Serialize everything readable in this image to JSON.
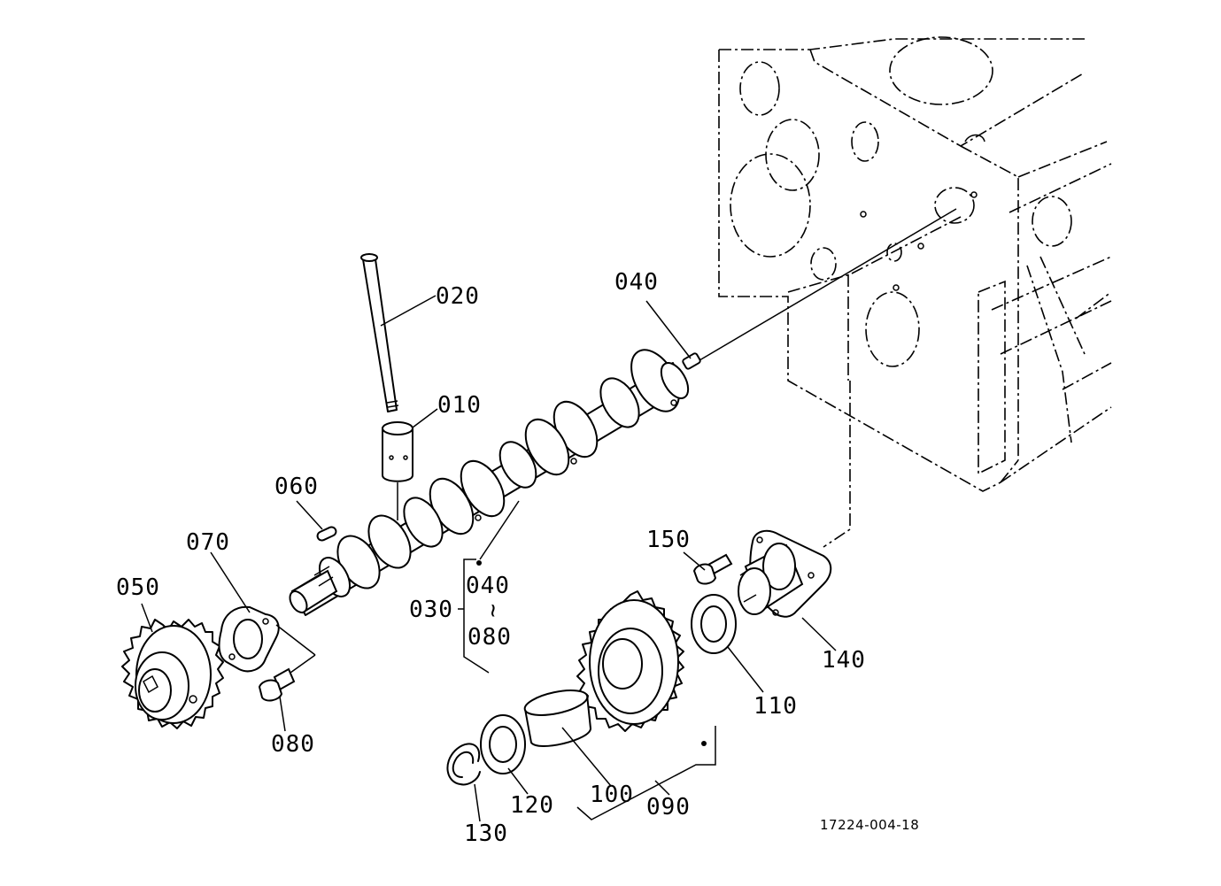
{
  "labels": {
    "p010": "010",
    "p020": "020",
    "p030": "030",
    "p040_pin": "040",
    "p040_range": "040",
    "p050": "050",
    "p060": "060",
    "p070": "070",
    "p080_bolt": "080",
    "p080_range": "080",
    "p090": "090",
    "p100": "100",
    "p110": "110",
    "p120": "120",
    "p130": "130",
    "p140": "140",
    "p150": "150",
    "range_sep": "~"
  },
  "reference_code": "17224-004-18"
}
